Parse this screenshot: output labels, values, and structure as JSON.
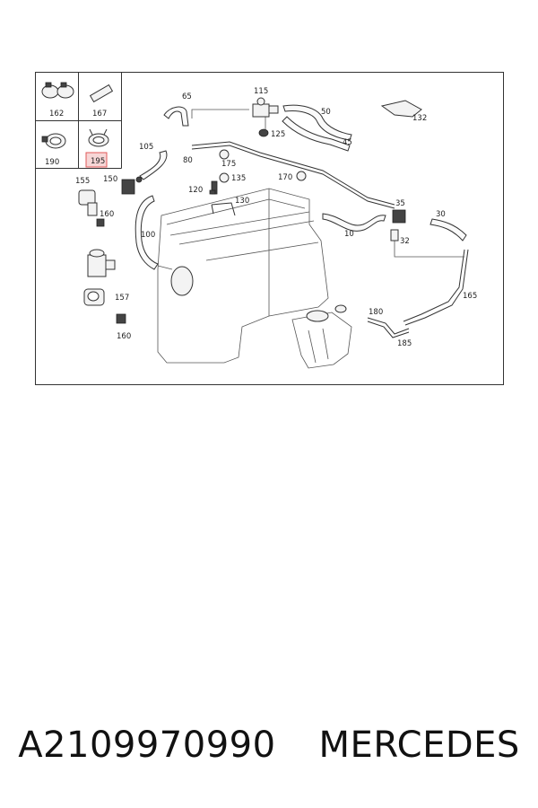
{
  "diagram": {
    "callouts": {
      "c162": "162",
      "c167": "167",
      "c190": "190",
      "c195": "195",
      "c65": "65",
      "c115": "115",
      "c50": "50",
      "c125": "125",
      "c45": "45",
      "c132": "132",
      "c105": "105",
      "c80": "80",
      "c175": "175",
      "c155": "155",
      "c150": "150",
      "c135": "135",
      "c170": "170",
      "c120": "120",
      "c130": "130",
      "c35": "35",
      "c30": "30",
      "c160a": "160",
      "c10": "10",
      "c32": "32",
      "c100": "100",
      "c157": "157",
      "c165": "165",
      "c180": "180",
      "c160b": "160",
      "c185": "185"
    },
    "highlight_color": "#e05a5a"
  },
  "caption": {
    "part_number": "A2109970990",
    "brand": "MERCEDES"
  }
}
